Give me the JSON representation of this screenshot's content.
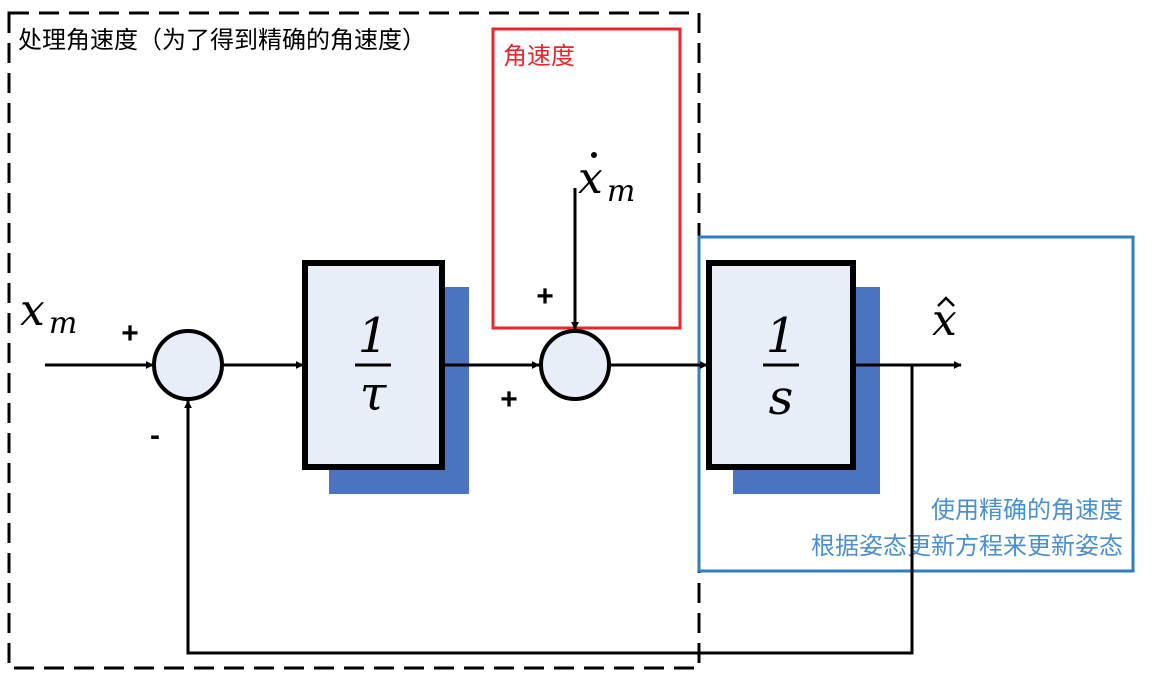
{
  "regions": {
    "left_title": "处理角速度（为了得到精确的角速度）",
    "red_title": "角速度",
    "blue_line1": "使用精确的角速度",
    "blue_line2": "根据姿态更新方程来更新姿态"
  },
  "signals": {
    "input_x": "x",
    "input_sub": "m",
    "rate_x": "x",
    "rate_sub": "m",
    "output_x": "x"
  },
  "blocks": {
    "filter_num": "1",
    "filter_den": "τ",
    "integrator_num": "1",
    "integrator_den": "s"
  },
  "signs": {
    "sum1_plus": "+",
    "sum1_minus": "-",
    "sum2_plus_left": "+",
    "sum2_plus_top": "+"
  },
  "colors": {
    "red_region": "#e8262b",
    "blue_region": "#2f7fc0",
    "blue_text": "#4a8fd0",
    "block_fill": "#e8eef8",
    "block_shadow": "#4a74c0",
    "sum_fill": "#e8eef8"
  }
}
